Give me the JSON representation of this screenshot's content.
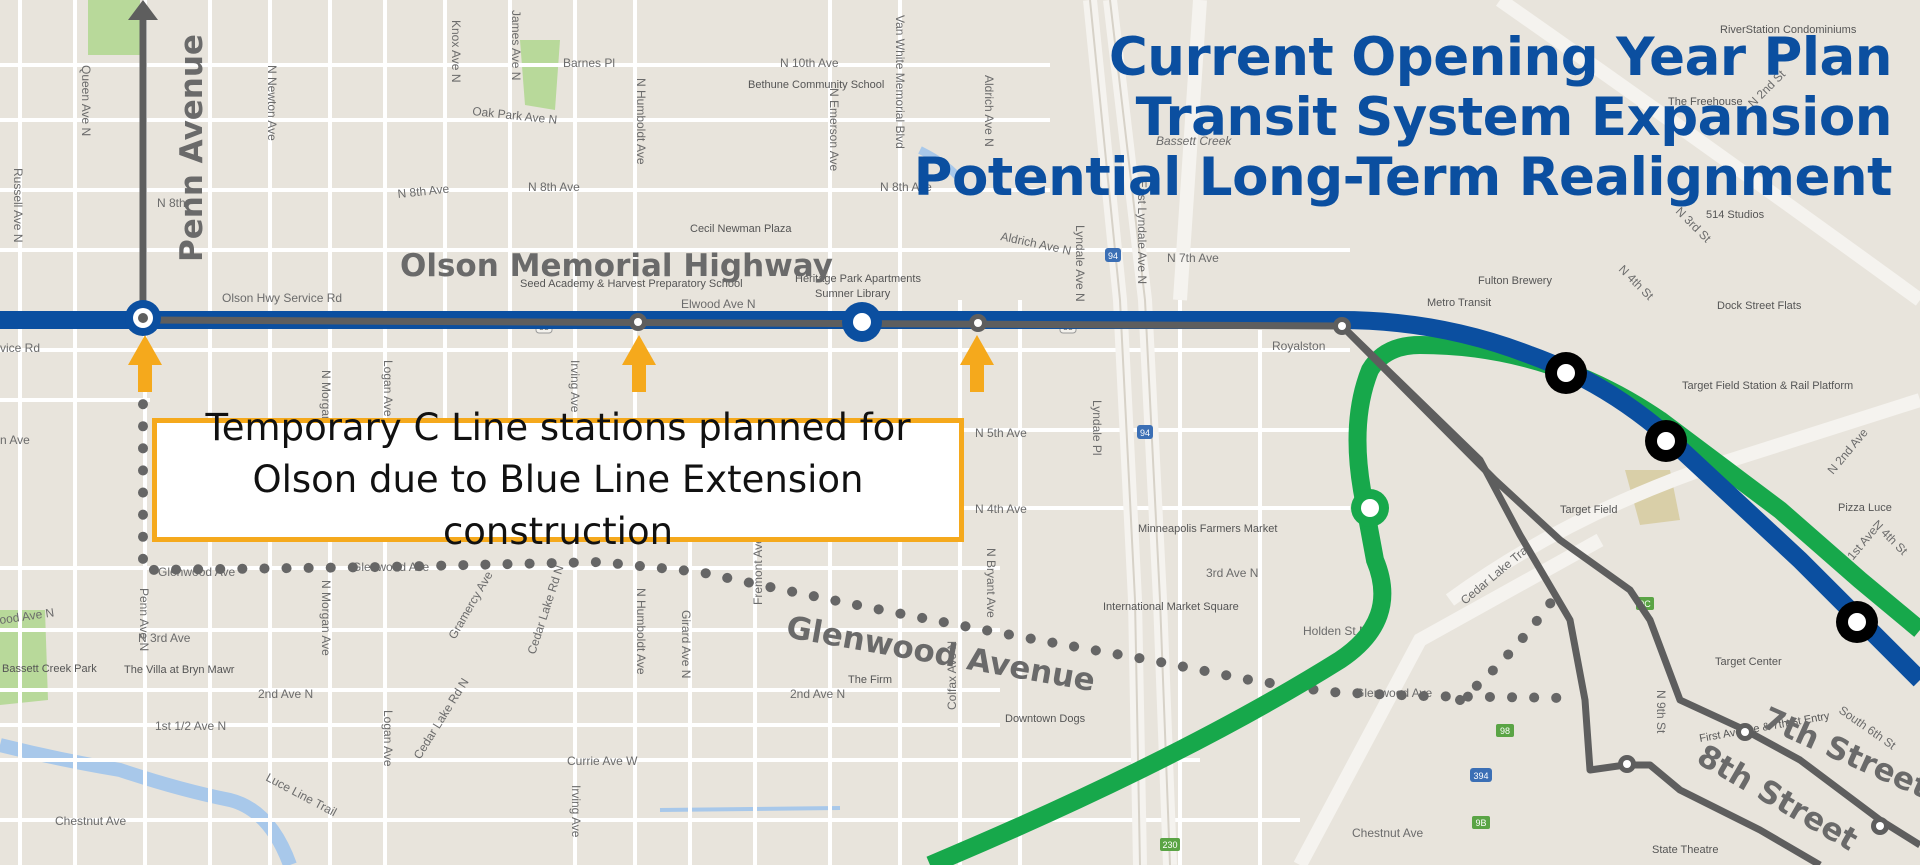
{
  "legend": {
    "lines": [
      {
        "text": "Current Opening Year Plan",
        "color": "#0b4fa0"
      },
      {
        "text": "Transit System Expansion",
        "color": "#0b4fa0"
      },
      {
        "text": "Potential Long-Term Realignment",
        "color": "#0b4fa0"
      }
    ]
  },
  "callout": {
    "text": "Temporary C Line stations planned for Olson due to Blue Line Extension construction",
    "border_color": "#f5a91c"
  },
  "route_labels": {
    "penn": "Penn Avenue",
    "olson": "Olson Memorial Highway",
    "glenwood": "Glenwood Avenue",
    "seventh": "7th Street",
    "eighth": "8th Street"
  },
  "streets": {
    "barnes": "Barnes Pl",
    "n10th": "N 10th Ave",
    "oakpark": "Oak Park Ave N",
    "n8th_a": "N 8th Ave",
    "n8th_b": "N 8th Ave",
    "n8th_c": "N 8th Ave",
    "n8th_left": "N 8th",
    "olson_service": "Olson Hwy Service Rd",
    "elwood": "Elwood Ave N",
    "n7th": "N 7th Ave",
    "aldrich_ave": "Aldrich Ave N",
    "royalston": "Royalston",
    "n5th": "N 5th Ave",
    "n4th": "N 4th Ave",
    "n3rd_east": "3rd Ave N",
    "n3rd_west": "N 3rd Ave",
    "glenwood_street": "Glenwood Ave",
    "holden": "Holden St N",
    "n2nd": "2nd Ave N",
    "n2nd_b": "2nd Ave N",
    "n1half": "1st 1/2 Ave N",
    "currie": "Currie Ave W",
    "chestnut_w": "Chestnut Ave",
    "chestnut_e": "Chestnut Ave",
    "vicerd": "vice Rd",
    "ave_left": "n Ave",
    "wood_left": "ood Ave N",
    "queen": "Queen Ave N",
    "russell": "Russell Ave N",
    "knox": "Knox Ave N",
    "james": "James Ave N",
    "newton": "N Newton Ave",
    "morgan": "N Morgan Ave",
    "logan": "Logan Ave",
    "irving": "Irving Ave",
    "humboldt": "N Humboldt Ave",
    "emerson": "N Emerson Ave",
    "vanwhite": "Van White Memorial Blvd",
    "aldrich": "Aldrich Ave N",
    "lyndale": "Lyndale Ave N",
    "e_lyndale": "East Lyndale Ave N",
    "lyndale_pl": "Lyndale Pl",
    "bryant": "N Bryant Ave",
    "fremont": "Fremont Ave N",
    "colfax": "Colfax Ave N",
    "girard": "Girard Ave N",
    "cedar_lake": "Cedar Lake Rd N",
    "gramercy": "Gramercy Ave",
    "luce_line": "Luce Line Trail",
    "cedar_trail": "Cedar Lake Trail",
    "penn_ave_n": "Penn Ave N",
    "n9th": "N 9th St",
    "s6th": "South 6th St",
    "n4th_st": "N 4th St",
    "n3rd_st": "N 3rd St",
    "n2nd_st": "N 2nd St",
    "n2nd_ave": "N 2nd Ave",
    "n1st_ave": "N 1st Ave",
    "n4th_st_b": "N 4th St",
    "bassett": "Bassett Creek"
  },
  "pois": {
    "bethune": "Bethune Community School",
    "cecil": "Cecil Newman Plaza",
    "seed": "Seed Academy & Harvest Preparatory School",
    "heritage": "Heritage Park Apartments",
    "sumner": "Sumner Library",
    "villa": "The Villa at Bryn Mawr",
    "firm": "The Firm",
    "downtown_dogs": "Downtown Dogs",
    "farmers": "Minneapolis Farmers Market",
    "intl": "International Market Square",
    "metro": "Metro Transit",
    "fulton": "Fulton Brewery",
    "dock": "Dock Street Flats",
    "tfs": "Target Field Station & Rail Platform",
    "target_field": "Target Field",
    "target_center": "Target Center",
    "riverstation": "RiverStation Condominiums",
    "freehouse": "The Freehouse",
    "studios": "514 Studios",
    "pizza": "Pizza Luce",
    "first_ave": "First Avenue & 7th St Entry",
    "state_theatre": "State Theatre",
    "bassett_park": "Bassett Creek Park"
  },
  "highway_shields": [
    "94",
    "94",
    "394",
    "98",
    "9B",
    "9C",
    "230",
    "55",
    "55"
  ],
  "colors": {
    "blue_line": "#0b4fa0",
    "green_line": "#17a84b",
    "route_gray": "#5e5e5e",
    "station_arrow": "#f5a91c",
    "title_blue": "#0b4fa0"
  }
}
